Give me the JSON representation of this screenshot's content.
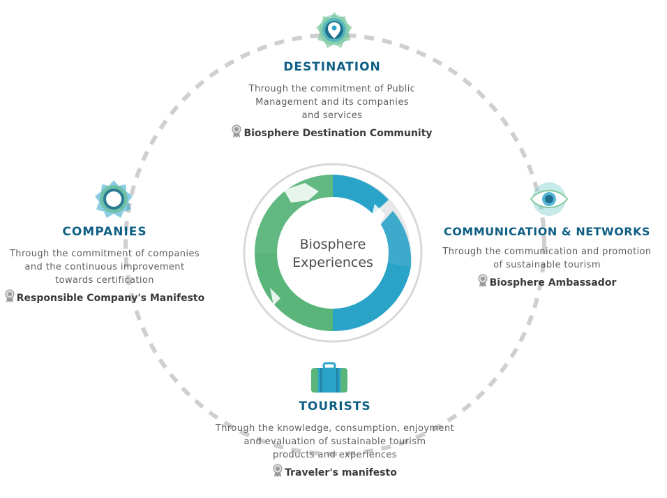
{
  "center": {
    "line1": "Biosphere",
    "line2": "Experiences"
  },
  "nodes": {
    "destination": {
      "title": "DESTINATION",
      "desc": [
        "Through the commitment of Public",
        "Management and its companies",
        "and services"
      ],
      "link": "Biosphere Destination Community",
      "icon": "location-pin-icon"
    },
    "companies": {
      "title": "COMPANIES",
      "desc": [
        "Through the commitment of companies",
        "and the continuous improvement",
        "towards certification"
      ],
      "link": "Responsible Company's Manifesto",
      "icon": "flower-badge-icon"
    },
    "communication": {
      "title": "COMMUNICATION & NETWORKS",
      "desc": [
        "Through the communication and promotion",
        "of sustainable tourism"
      ],
      "link": "Biosphere Ambassador",
      "icon": "eye-icon"
    },
    "tourists": {
      "title": "TOURISTS",
      "desc": [
        "Through the knowledge, consumption, enjoyment",
        "and evaluation of sustainable tourism",
        "products and experiences"
      ],
      "link": "Traveler's manifesto",
      "icon": "suitcase-icon"
    }
  },
  "colors": {
    "title_blue": "#0f5f84",
    "green": "#5ab57a",
    "blue": "#2aa3c9",
    "gray_dash": "#cfcfcf",
    "light_gray": "#e6e8ea"
  }
}
